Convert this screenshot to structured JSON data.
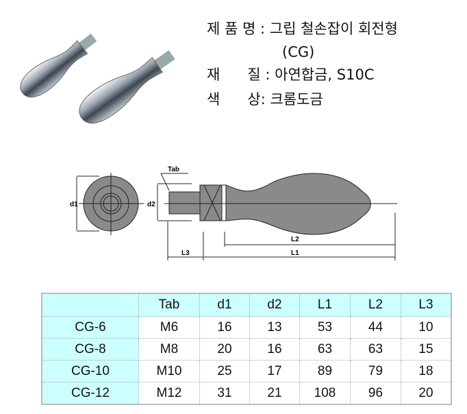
{
  "spec": {
    "name_label": "제 품 명 :",
    "name_value": "그립 철손잡이 회전형",
    "code": "(CG)",
    "material_label": "재      질 :",
    "material_value": "아연합금, S10C",
    "color_label": "색      상:",
    "color_value": "크롬도금"
  },
  "drawing": {
    "tab": "Tab",
    "d1": "d1",
    "d2": "d2",
    "l1": "L1",
    "l2": "L2",
    "l3": "L3"
  },
  "table": {
    "headers": [
      "",
      "Tab",
      "d1",
      "d2",
      "L1",
      "L2",
      "L3"
    ],
    "rows": [
      [
        "CG-6",
        "M6",
        "16",
        "13",
        "53",
        "44",
        "10"
      ],
      [
        "CG-8",
        "M8",
        "20",
        "16",
        "63",
        "63",
        "15"
      ],
      [
        "CG-10",
        "M10",
        "25",
        "17",
        "89",
        "79",
        "18"
      ],
      [
        "CG-12",
        "M12",
        "31",
        "21",
        "108",
        "96",
        "20"
      ]
    ]
  }
}
